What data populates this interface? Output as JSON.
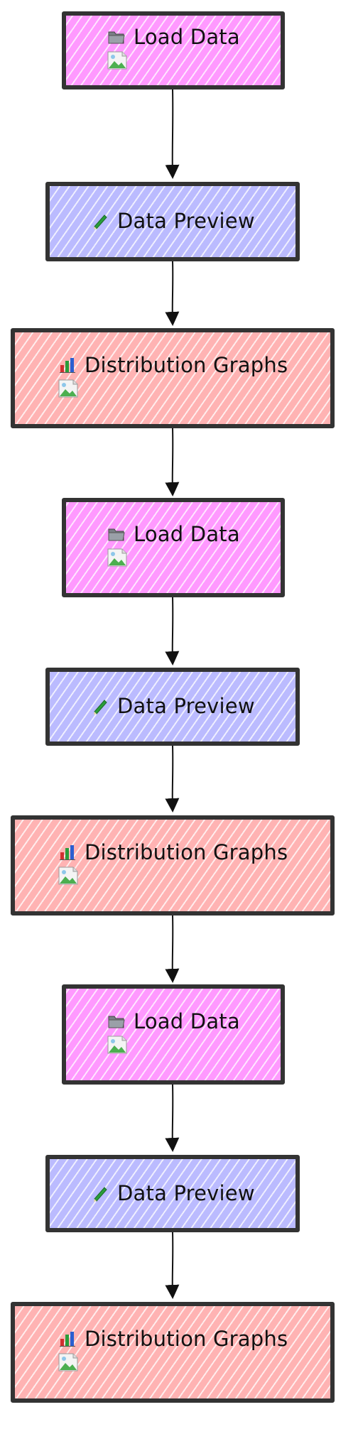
{
  "nodes": [
    {
      "kind": "load",
      "label": "Load Data"
    },
    {
      "kind": "preview",
      "label": "Data Preview"
    },
    {
      "kind": "dist",
      "label": "Distribution Graphs"
    },
    {
      "kind": "load",
      "label": "Load Data"
    },
    {
      "kind": "preview",
      "label": "Data Preview"
    },
    {
      "kind": "dist",
      "label": "Distribution Graphs"
    },
    {
      "kind": "load",
      "label": "Load Data"
    },
    {
      "kind": "preview",
      "label": "Data Preview"
    },
    {
      "kind": "dist",
      "label": "Distribution Graphs"
    }
  ],
  "icons": {
    "load": "folder-icon",
    "preview": "pencil-icon",
    "dist": "bar-chart-icon",
    "broken_image": "image-icon"
  },
  "colors": {
    "load_fill": "#ff99ff",
    "preview_fill": "#bbbbff",
    "dist_fill": "#ffb3b3",
    "border": "#333333",
    "edge": "#111111"
  }
}
